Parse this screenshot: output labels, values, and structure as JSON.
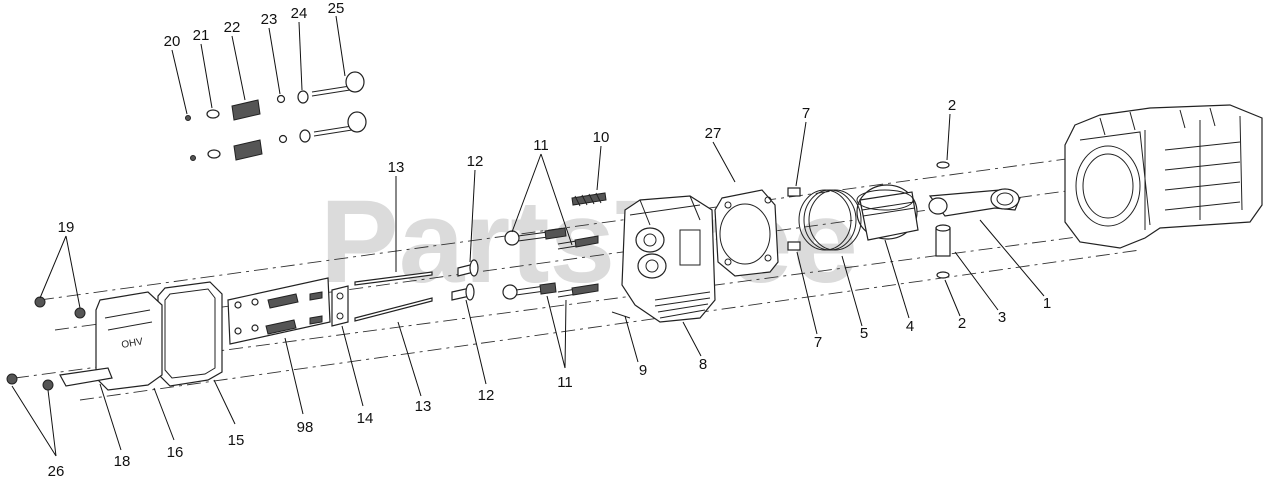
{
  "watermark": "PartsTree",
  "callouts": [
    "20",
    "21",
    "22",
    "23",
    "24",
    "25",
    "13",
    "12",
    "11",
    "10",
    "27",
    "7",
    "2",
    "19",
    "1",
    "3",
    "2",
    "4",
    "5",
    "7",
    "8",
    "9",
    "11",
    "12",
    "13",
    "14",
    "98",
    "15",
    "16",
    "18",
    "26"
  ]
}
